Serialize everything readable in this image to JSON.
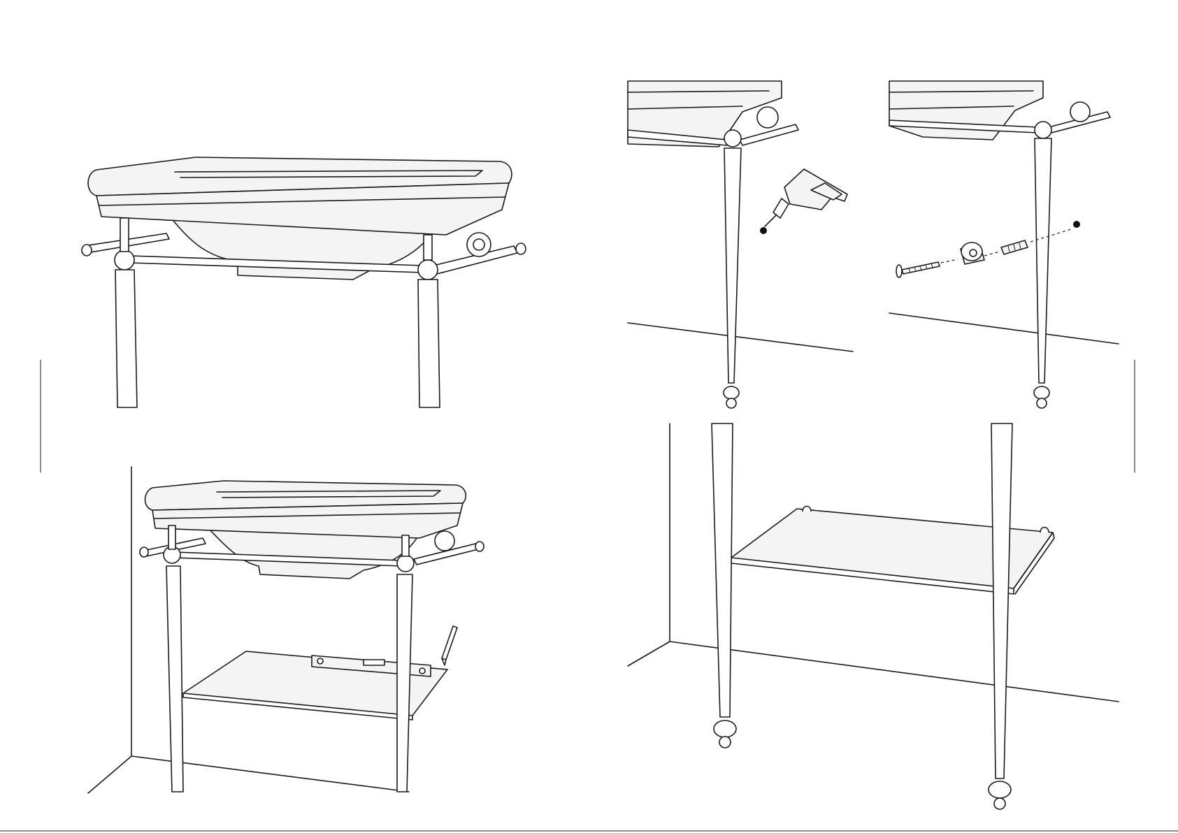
{
  "figure": {
    "panels": [
      {
        "id": "panel-1",
        "content": "washstand-overview"
      },
      {
        "id": "panel-2",
        "content": "drill-wall-hole"
      },
      {
        "id": "panel-3",
        "content": "screw-bracket-anchor"
      },
      {
        "id": "panel-4",
        "content": "level-and-mark-shelf"
      },
      {
        "id": "panel-5",
        "content": "shelf-installed"
      }
    ],
    "icons": [
      "drill-icon",
      "screw-icon",
      "bracket-icon",
      "wall-anchor-icon",
      "spirit-level-icon",
      "pencil-icon"
    ],
    "colors": {
      "line": "#1a1a1a",
      "surface": "#f4f4f4",
      "background": "#ffffff"
    }
  }
}
